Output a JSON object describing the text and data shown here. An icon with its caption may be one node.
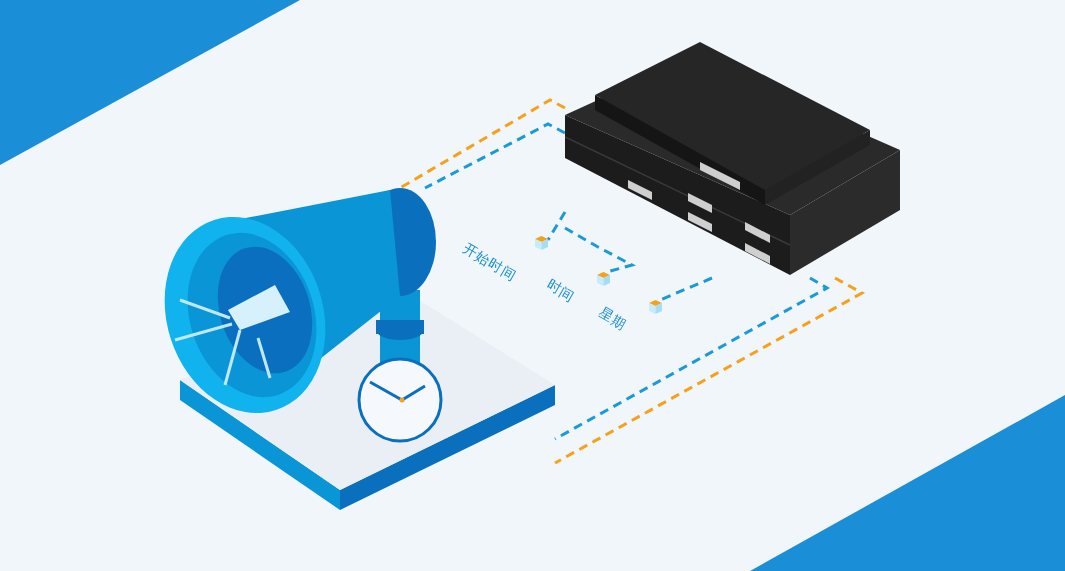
{
  "diagram": {
    "nodes": [
      {
        "text": [],
        "shape": "picture"
      },
      {
        "text": [],
        "shape": "picture"
      },
      {
        "text": [
          "开始时间"
        ]
      },
      {
        "text": [
          "时间"
        ]
      },
      {
        "text": [
          "星期"
        ]
      }
    ],
    "edges": [
      {
        "from": 1,
        "to": 0,
        "arrow": "none",
        "style": "dashed",
        "color": "#f7a11a"
      },
      {
        "from": 1,
        "to": 0,
        "arrow": "none",
        "style": "dashed"
      },
      {
        "from": 1,
        "to": 0,
        "arrow": "none",
        "style": "dashed",
        "color": "#f7a11a"
      },
      {
        "from": 1,
        "to": 0,
        "arrow": "none",
        "style": "dashed"
      },
      {
        "from": 1,
        "to": 2,
        "arrow": "none",
        "style": "dashed"
      },
      {
        "from": 1,
        "to": 3,
        "arrow": "none",
        "style": "dashed"
      },
      {
        "from": 1,
        "to": 4,
        "arrow": "none",
        "style": "dashed"
      }
    ]
  }
}
